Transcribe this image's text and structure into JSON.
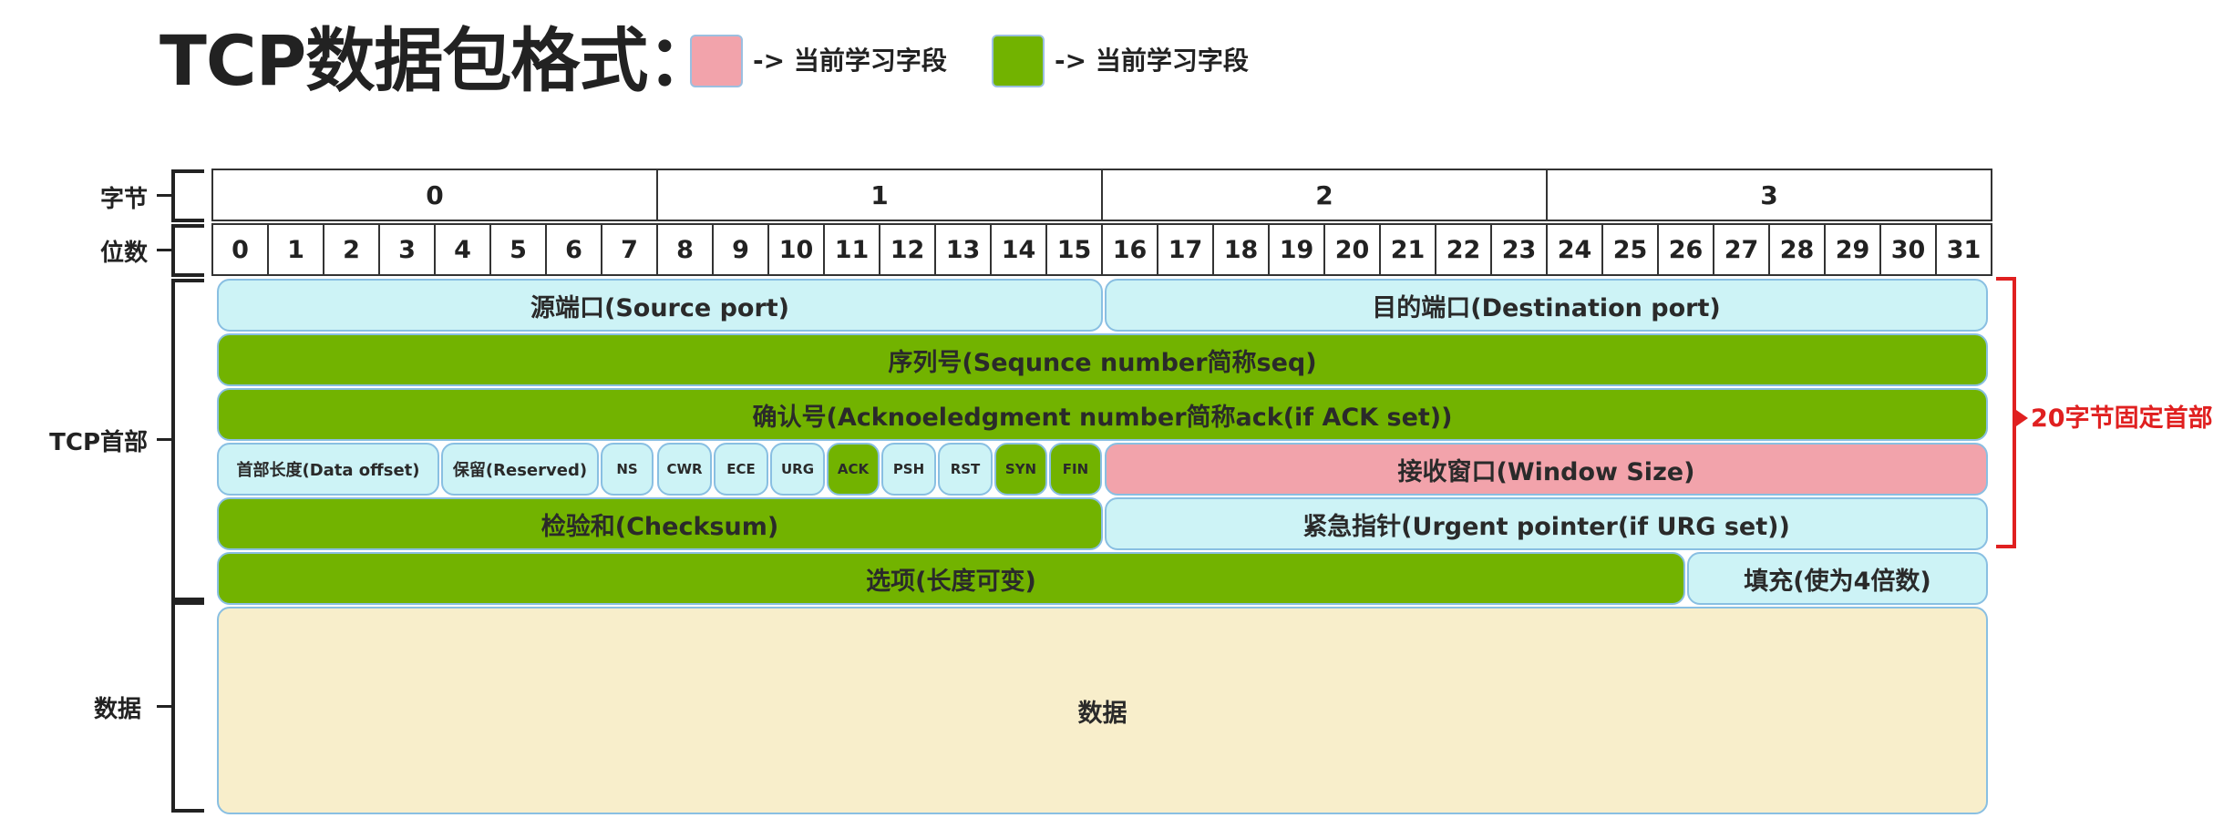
{
  "title": "TCP数据包格式：",
  "legend": [
    {
      "color": "#f2a3ab",
      "text": "-> 当前学习字段"
    },
    {
      "color": "#72b300",
      "text": "-> 当前学习字段"
    }
  ],
  "colors": {
    "light_blue": "#cdf3f6",
    "green": "#72b300",
    "pink": "#f2a3ab",
    "cream": "#f8eecb",
    "red": "#e02020"
  },
  "row_labels": {
    "bytes": "字节",
    "bits": "位数",
    "tcp_header": "TCP首部",
    "data": "数据"
  },
  "byte_numbers": [
    "0",
    "1",
    "2",
    "3"
  ],
  "bit_numbers": [
    "0",
    "1",
    "2",
    "3",
    "4",
    "5",
    "6",
    "7",
    "8",
    "9",
    "10",
    "11",
    "12",
    "13",
    "14",
    "15",
    "16",
    "17",
    "18",
    "19",
    "20",
    "21",
    "22",
    "23",
    "24",
    "25",
    "26",
    "27",
    "28",
    "29",
    "30",
    "31"
  ],
  "fields": {
    "source_port": "源端口(Source port)",
    "destination_port": "目的端口(Destination port)",
    "sequence_number": "序列号(Sequnce number简称seq)",
    "ack_number": "确认号(Acknoeledgment number简称ack(if ACK set))",
    "data_offset": "首部长度(Data offset)",
    "reserved": "保留(Reserved)",
    "ns": "NS",
    "cwr": "CWR",
    "ece": "ECE",
    "urg": "URG",
    "ack": "ACK",
    "psh": "PSH",
    "rst": "RST",
    "syn": "SYN",
    "fin": "FIN",
    "window_size": "接收窗口(Window Size)",
    "checksum": "检验和(Checksum)",
    "urgent_pointer": "紧急指针(Urgent pointer(if URG set))",
    "options": "选项(长度可变)",
    "padding": "填充(使为4倍数)",
    "data": "数据"
  },
  "fixed_header_label": "20字节固定首部"
}
